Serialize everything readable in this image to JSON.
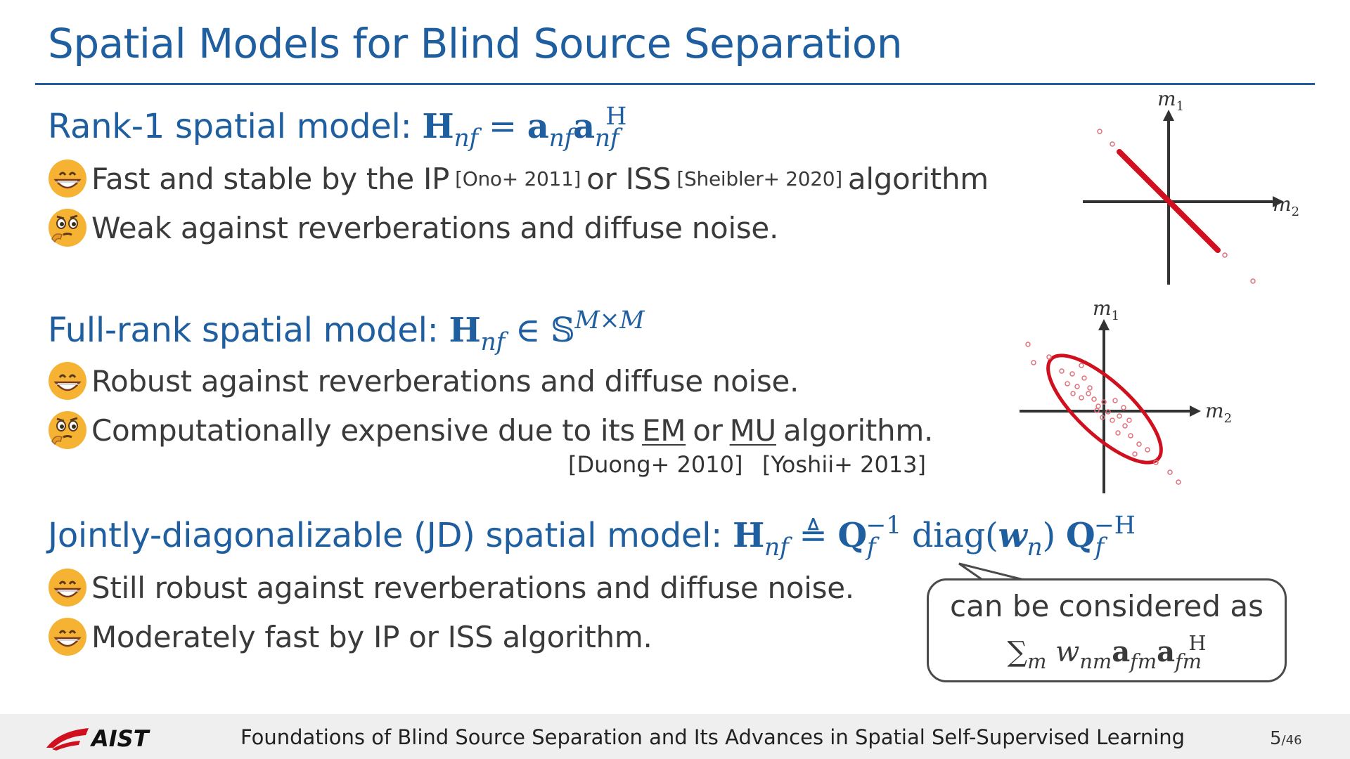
{
  "title": "Spatial Models for Blind Source Separation",
  "sections": [
    {
      "label": "Rank-1 spatial model:",
      "bullets": [
        {
          "icon": "grinning-face-icon",
          "text": "Fast and stable by the IP",
          "cite1": "[Ono+ 2011]",
          "mid": "or ISS",
          "cite2": "[Sheibler+ 2020]",
          "end": "algorithm"
        },
        {
          "icon": "thinking-face-icon",
          "text": "Weak against reverberations and diffuse noise."
        }
      ]
    },
    {
      "label": "Full-rank spatial model:",
      "bullets": [
        {
          "icon": "grinning-face-icon",
          "text": "Robust against reverberations and diffuse noise."
        },
        {
          "icon": "thinking-face-icon",
          "text": "Computationally expensive due to its",
          "em": "EM",
          "or": "or",
          "mu": "MU",
          "end": "algorithm."
        }
      ],
      "refs": [
        "[Duong+ 2010]",
        "[Yoshii+ 2013]"
      ]
    },
    {
      "label": "Jointly-diagonalizable (JD) spatial model:",
      "bullets": [
        {
          "icon": "grinning-face-icon",
          "text": "Still robust against reverberations and diffuse noise."
        },
        {
          "icon": "grinning-face-icon",
          "text": "Moderately fast by IP or ISS algorithm."
        }
      ]
    }
  ],
  "callout": {
    "text": "can be considered as"
  },
  "diagrams": {
    "rank1": {
      "axis_x": "m",
      "axis_x_sub": "2",
      "axis_y": "m",
      "axis_y_sub": "1",
      "color": "#d0101e"
    },
    "fullrank": {
      "axis_x": "m",
      "axis_x_sub": "2",
      "axis_y": "m",
      "axis_y_sub": "1",
      "color": "#d0101e"
    }
  },
  "footer": {
    "logo": "AIST",
    "text": "Foundations of Blind Source Separation and Its Advances in Spatial Self-Supervised Learning",
    "page": "5",
    "total": "/46"
  },
  "colors": {
    "accent": "#1f5fa0",
    "red": "#d0101e"
  }
}
